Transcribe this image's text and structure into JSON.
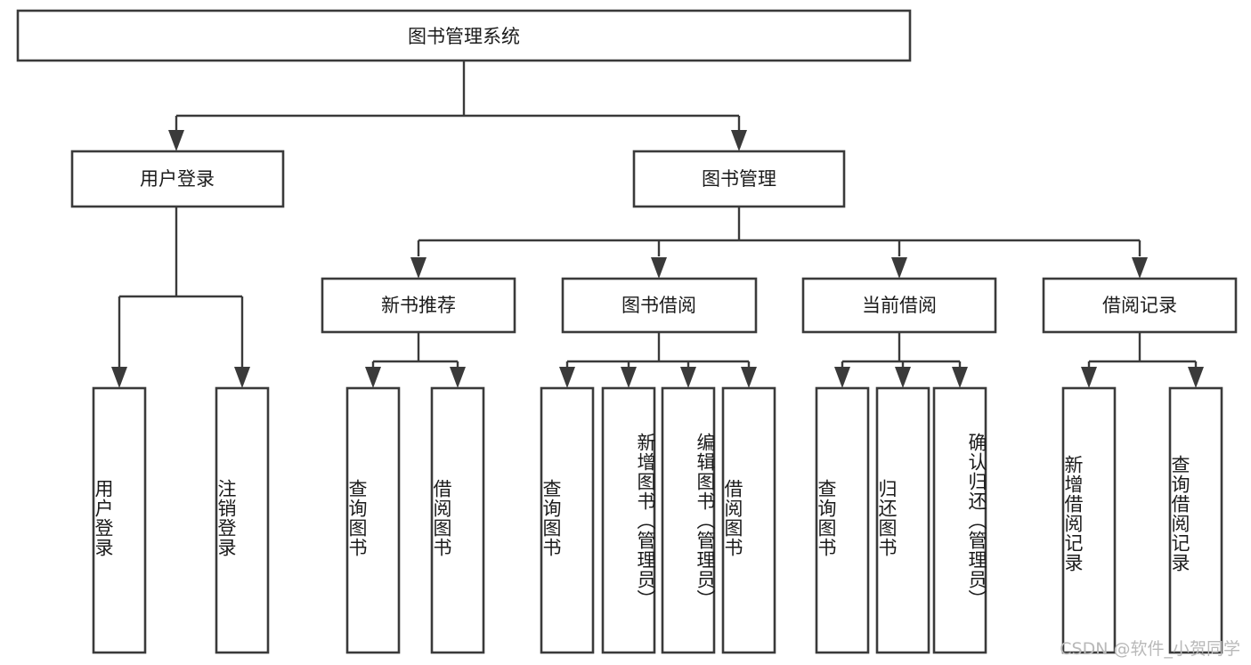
{
  "diagram": {
    "title": "图书管理系统",
    "type": "hierarchy-tree",
    "root": {
      "label": "图书管理系统",
      "children": [
        {
          "label": "用户登录",
          "children": [
            {
              "label": "用户登录"
            },
            {
              "label": "注销登录"
            }
          ]
        },
        {
          "label": "图书管理",
          "children": [
            {
              "label": "新书推荐",
              "children": [
                {
                  "label": "查询图书"
                },
                {
                  "label": "借阅图书"
                }
              ]
            },
            {
              "label": "图书借阅",
              "children": [
                {
                  "label": "查询图书"
                },
                {
                  "label": "新增图书（管理员）"
                },
                {
                  "label": "编辑图书（管理员）"
                },
                {
                  "label": "借阅图书"
                }
              ]
            },
            {
              "label": "当前借阅",
              "children": [
                {
                  "label": "查询图书"
                },
                {
                  "label": "归还图书"
                },
                {
                  "label": "确认归还（管理员）"
                }
              ]
            },
            {
              "label": "借阅记录",
              "children": [
                {
                  "label": "新增借阅记录"
                },
                {
                  "label": "查询借阅记录"
                }
              ]
            }
          ]
        }
      ]
    }
  },
  "nodes": {
    "root": "图书管理系统",
    "l1_user_login": "用户登录",
    "l1_book_manage": "图书管理",
    "l2_new_book": "新书推荐",
    "l2_book_borrow": "图书借阅",
    "l2_current_borrow": "当前借阅",
    "l2_borrow_record": "借阅记录",
    "leaf_user_login": "用户登录",
    "leaf_logout": "注销登录",
    "leaf_nb_query": "查询图书",
    "leaf_nb_borrow": "借阅图书",
    "leaf_bb_query": "查询图书",
    "leaf_bb_add": "新增图书（管理员）",
    "leaf_bb_edit": "编辑图书（管理员）",
    "leaf_bb_borrow": "借阅图书",
    "leaf_cb_query": "查询图书",
    "leaf_cb_return": "归还图书",
    "leaf_cb_confirm": "确认归还（管理员）",
    "leaf_br_add": "新增借阅记录",
    "leaf_br_query": "查询借阅记录"
  },
  "watermark": {
    "text": "CSDN @软件_小贺同学"
  },
  "colors": {
    "stroke": "#3a3a3a",
    "box_fill": "#ffffff",
    "text": "#1b1b1b",
    "background": "#ffffff",
    "watermark": "#b9b9b9"
  }
}
